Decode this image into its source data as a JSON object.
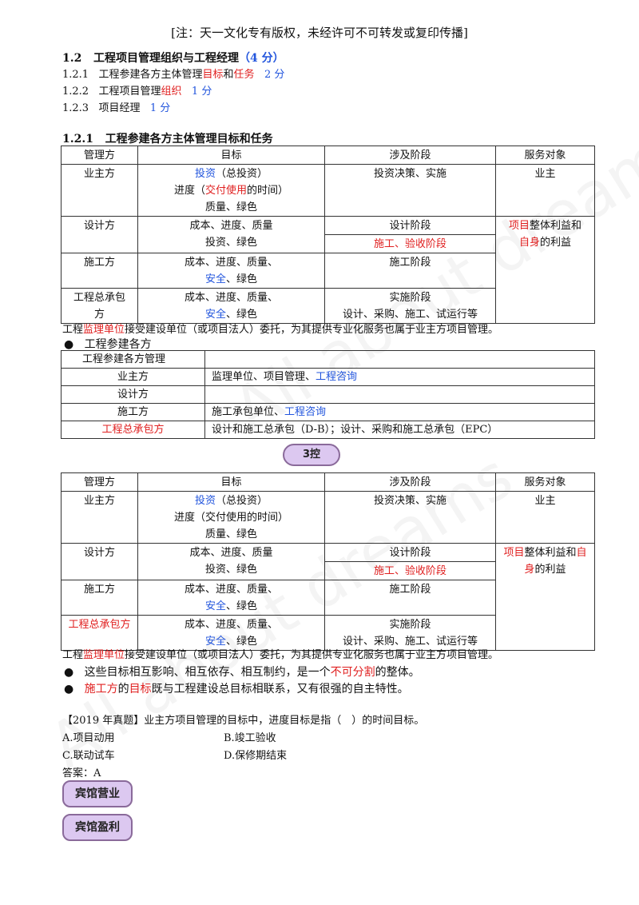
{
  "notice": "[注：天一文化专有版权，未经许可不可转发或复印传播]",
  "watermark": "All about dreams",
  "section": {
    "number": "1.2",
    "title": "工程项目管理组织与工程经理",
    "score": "（4 分）"
  },
  "toc": [
    {
      "num": "1.2.1",
      "t1": "工程参建各方主体管理",
      "r1": "目标",
      "t2": "和",
      "r2": "任务",
      "score": "2 分"
    },
    {
      "num": "1.2.2",
      "t1": "工程项目管理",
      "r1": "组织",
      "score": "1 分"
    },
    {
      "num": "1.2.3",
      "t1": "项目经理",
      "score": "1 分"
    }
  ],
  "subsection": {
    "number": "1.2.1",
    "title": "工程参建各方主体管理目标和任务"
  },
  "table": {
    "headers": [
      "管理方",
      "目标",
      "涉及阶段",
      "服务对象"
    ],
    "owner": {
      "party": "业主方",
      "goal_invest": "投资",
      "goal_invest_note": "（总投资）",
      "goal_progress_pre": "进度（",
      "goal_progress_red": "交付使用",
      "goal_progress_post": "的时间）",
      "goal_quality": "质量、绿色",
      "goal_progress_plain": "进度（交付使用的时间）",
      "stage": "投资决策、实施",
      "serve": "业主"
    },
    "designer": {
      "party": "设计方",
      "goal_line1": "成本、进度、质量",
      "goal_line2": "投资、绿色",
      "stage1": "设计阶段",
      "stage2": "施工、验收阶段"
    },
    "serve_shared": {
      "red1": "项目",
      "text1": "整体利益和",
      "red2": "自身",
      "text2": "的利益",
      "red2a": "自",
      "red2b": "身"
    },
    "contractor": {
      "party": "施工方",
      "goal_line1": "成本、进度、质量、",
      "goal_blue": "安全",
      "goal_rest": "、绿色",
      "stage": "施工阶段"
    },
    "general": {
      "party_line1": "工程总承包",
      "party_line2": "方",
      "party_full": "工程总承包方",
      "goal_line1": "成本、进度、质量、",
      "goal_blue": "安全",
      "goal_rest": "、绿色",
      "stage1": "实施阶段",
      "stage2": "设计、采购、施工、试运行等"
    }
  },
  "supervision_note": {
    "pre": "工程",
    "red": "监理单位",
    "post": "接受建设单位（或项目法人）委托，为其提供专业化服务也属于业主方项目管理。"
  },
  "bullet_parties": "工程参建各方",
  "parties_table": {
    "header": "工程参建各方管理",
    "rows": [
      {
        "party": "业主方",
        "text": "监理单位、项目管理、",
        "blue": "工程咨询"
      },
      {
        "party": "设计方",
        "text": "",
        "blue": ""
      },
      {
        "party": "施工方",
        "text": "施工承包单位、",
        "blue": "工程咨询"
      },
      {
        "party": "工程总承包方",
        "text": "设计和施工总承包（D-B）；设计、采购和施工总承包（EPC）",
        "blue": "",
        "red_party": true
      }
    ]
  },
  "oval_label": "3控",
  "bullets": [
    {
      "pre": "这些目标相互影响、相互依存、相互制约，是一个",
      "red": "不可分割",
      "post": "的整体。"
    },
    {
      "red1": "施工方",
      "t1": "的",
      "red2": "目标",
      "post": "既与工程建设总目标相联系，又有很强的自主特性。"
    }
  ],
  "question": {
    "stem": "【2019 年真题】业主方项目管理的目标中，进度目标是指（　）的时间目标。",
    "options": [
      "A.项目动用",
      "B.竣工验收",
      "C.联动试车",
      "D.保修期结束"
    ],
    "answer": "答案：A"
  },
  "pills": [
    "宾馆营业",
    "宾馆盈利"
  ]
}
